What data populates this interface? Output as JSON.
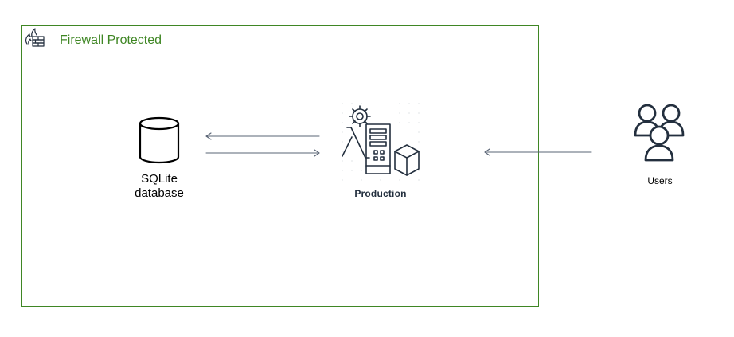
{
  "firewall": {
    "label": "Firewall Protected",
    "icon": "firewall-icon",
    "color": "#3f8624"
  },
  "database": {
    "label_line1": "SQLite",
    "label_line2": "database",
    "icon": "database-cylinder-icon"
  },
  "production": {
    "label": "Production",
    "icon": "production-stack-icon",
    "color": "#232f3e"
  },
  "users": {
    "label": "Users",
    "icon": "users-group-icon",
    "color": "#232f3e"
  },
  "connectors": [
    {
      "from": "production",
      "to": "database"
    },
    {
      "from": "database",
      "to": "production"
    },
    {
      "from": "users",
      "to": "production"
    }
  ]
}
